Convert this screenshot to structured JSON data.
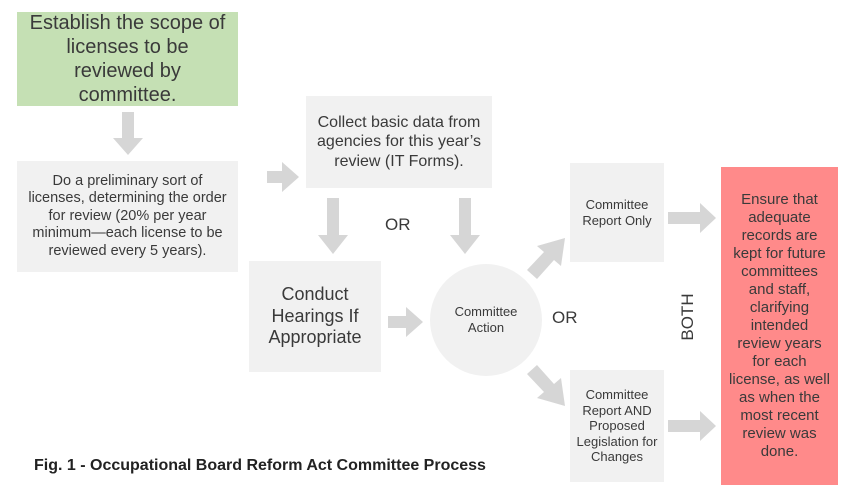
{
  "nodes": {
    "scope": "Establish the scope of licenses to be reviewed by committee.",
    "sort": "Do a preliminary sort of licenses, determining the order for review (20% per year minimum—each license to be reviewed every 5 years).",
    "collect": "Collect basic data from agencies for this year’s review (IT Forms).",
    "hearings": "Conduct Hearings If Appropriate",
    "action": "Committee Action",
    "report_only": "Committee Report Only",
    "report_and": "Committee Report AND Proposed Legislation for Changes",
    "ensure": "Ensure that adequate records are kept for future committees and staff, clarifying intended review years for each license, as well as when the most recent review was done."
  },
  "labels": {
    "or_top": "OR",
    "or_mid": "OR",
    "both": "BOTH"
  },
  "caption": "Fig. 1 - Occupational Board Reform Act Committee Process",
  "colors": {
    "start_fill": "#c5e0b4",
    "step_fill": "#f1f1f1",
    "end_fill": "#ff8a8a",
    "arrow": "#d6d6d6"
  }
}
